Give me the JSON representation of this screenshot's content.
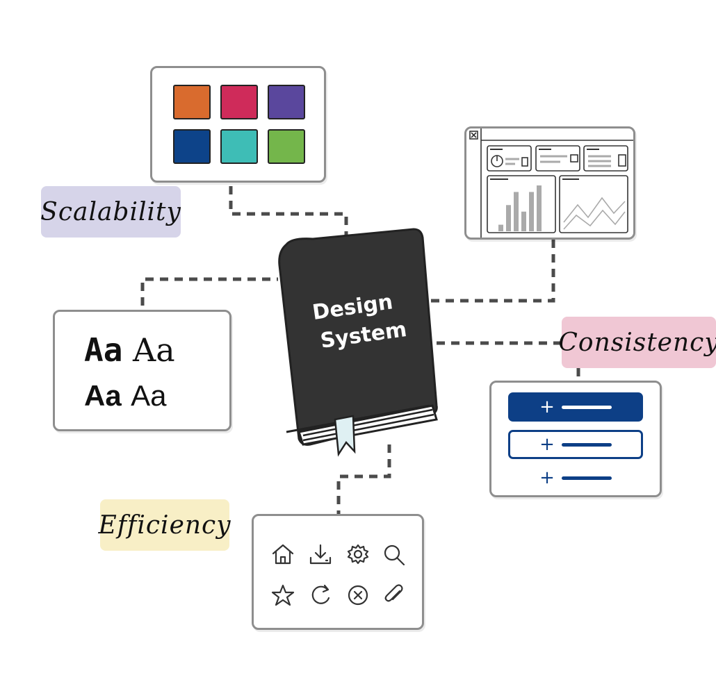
{
  "book": {
    "title_line1": "Design",
    "title_line2": "System",
    "cover_color": "#333333",
    "bookmark_color": "#dff0f3"
  },
  "tags": {
    "scalability": {
      "label": "Scalability",
      "color": "#d6d4e9"
    },
    "consistency": {
      "label": "Consistency",
      "color": "#f0c7d4"
    },
    "efficiency": {
      "label": "Efficiency",
      "color": "#f8efc6"
    }
  },
  "palette": {
    "swatches": [
      "#d96b2e",
      "#cf2b5a",
      "#5a479d",
      "#0d4389",
      "#3ebdb6",
      "#74b64b"
    ]
  },
  "typography": {
    "rows": [
      {
        "a": "Aa",
        "b": "Aa"
      },
      {
        "a": "Aa",
        "b": "Aa"
      }
    ]
  },
  "buttons": {
    "accent": "#0d3f86",
    "variants": [
      "filled",
      "outlined",
      "text"
    ],
    "plus": "+"
  },
  "icons": {
    "row1": [
      "home-icon",
      "download-icon",
      "gear-icon",
      "search-icon"
    ],
    "row2": [
      "star-icon",
      "refresh-icon",
      "close-circle-icon",
      "paperclip-icon"
    ]
  },
  "dashboard": {
    "bar_values": [
      1,
      4,
      6,
      3,
      6,
      7
    ]
  }
}
